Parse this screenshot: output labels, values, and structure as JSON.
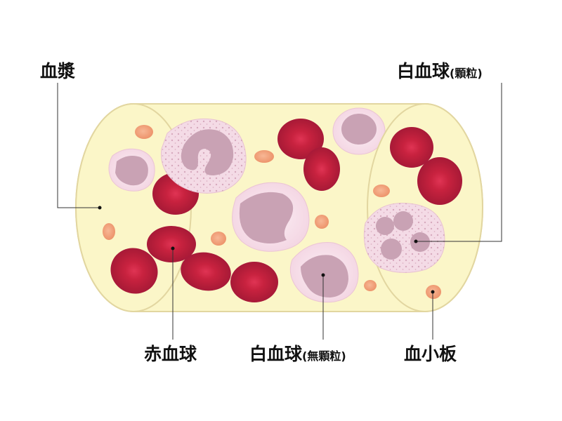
{
  "labels": {
    "plasma": "血漿",
    "wbc_granular": "白血球",
    "wbc_granular_sub": "(顆粒)",
    "rbc": "赤血球",
    "wbc_agranular": "白血球",
    "wbc_agranular_sub": "(無顆粒)",
    "platelet": "血小板"
  },
  "colors": {
    "plasma_fill": "#fbf6c8",
    "vessel_outline": "#e2d6a0",
    "rbc_dark": "#b01e3c",
    "rbc_center": "#d8304c",
    "wbc_pale": "#f6dce8",
    "wbc_nucleus": "#c9a2b4",
    "platelet": "#f0a07a",
    "leader_line": "#333333"
  }
}
